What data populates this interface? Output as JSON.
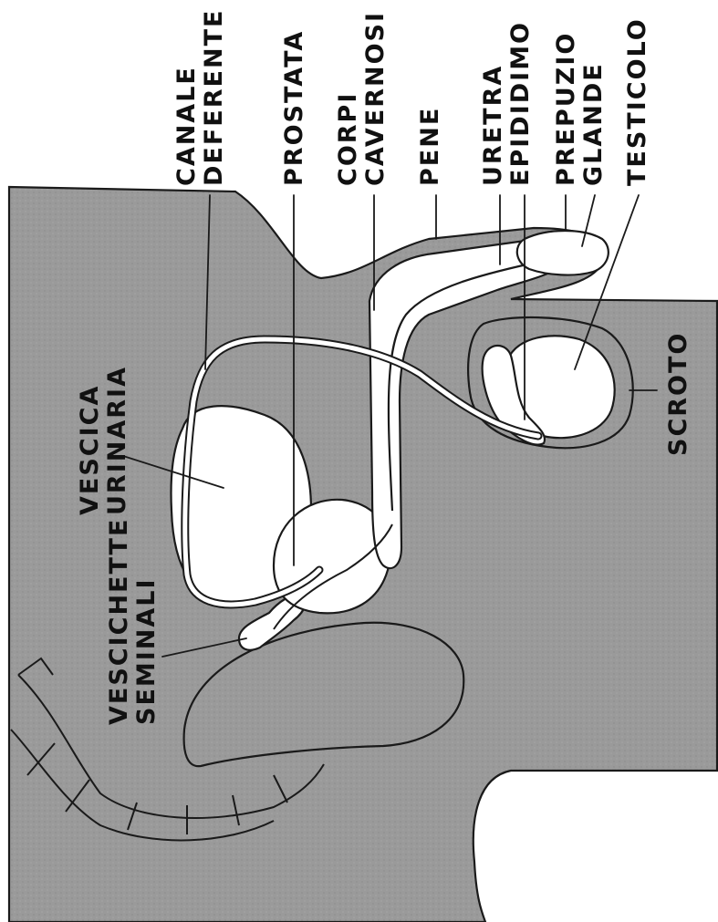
{
  "palette": {
    "background": "#ffffff",
    "tissue": "#9a9a9a",
    "organ_fill": "#ffffff",
    "outline": "#1a1a1a",
    "text": "#111111"
  },
  "labels": {
    "canale": "CANALE",
    "deferente": "DEFERENTE",
    "prostata": "PROSTATA",
    "corpi": "CORPI",
    "cavernosi": "CAVERNOSI",
    "pene": "PENE",
    "uretra": "URETRA",
    "epididimo": "EPIDIDIMO",
    "prepuzio": "PREPUZIO",
    "glande": "GLANDE",
    "testicolo": "TESTICOLO",
    "vescica": "VESCICA",
    "urinaria": "URINARIA",
    "vescichette": "VESCICHETTE",
    "seminali": "SEMINALI",
    "scroto": "SCROTO"
  }
}
